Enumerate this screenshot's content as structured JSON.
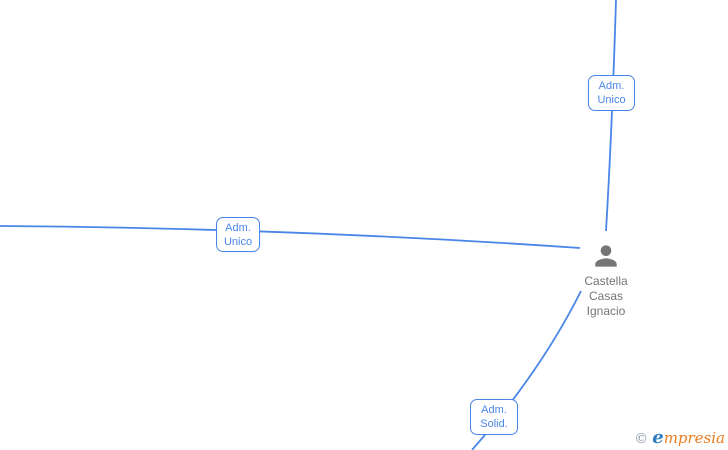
{
  "diagram": {
    "node": {
      "icon": "person-icon",
      "full_name": "Castella Casas Ignacio",
      "name_line1": "Castella",
      "name_line2": "Casas",
      "name_line3": "Ignacio"
    },
    "edge_labels": [
      {
        "line1": "Adm.",
        "line2": "Unico"
      },
      {
        "line1": "Adm.",
        "line2": "Unico"
      },
      {
        "line1": "Adm.",
        "line2": "Solid."
      }
    ],
    "colors": {
      "edge": "#4a86e8",
      "label_border": "#4a86e8",
      "label_text": "#4a86e8",
      "node_icon": "#757575",
      "node_text": "#757575"
    }
  },
  "watermark": {
    "copyright_symbol": "©",
    "brand_initial": "e",
    "brand_rest": "mpresia",
    "colors": {
      "copyright": "#8d9aa8",
      "brand_initial": "#2e7bc0",
      "brand_rest": "#ee7c1d"
    }
  }
}
